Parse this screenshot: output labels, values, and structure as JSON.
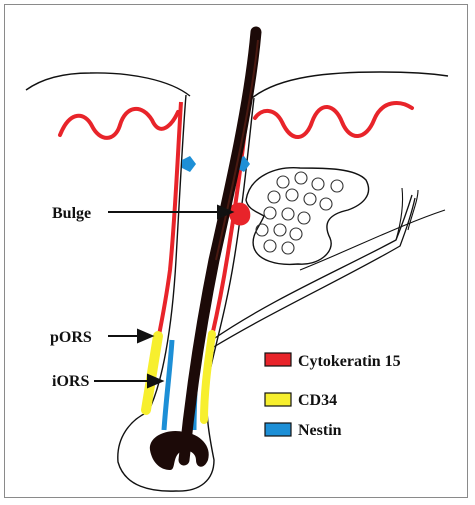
{
  "diagram": {
    "labels": {
      "bulge": "Bulge",
      "pors": "pORS",
      "iors": "iORS"
    },
    "legend": [
      {
        "label": "Cytokeratin 15",
        "color": "#e8242a"
      },
      {
        "label": "CD34",
        "color": "#f7ef2e"
      },
      {
        "label": "Nestin",
        "color": "#1d8fd6"
      }
    ],
    "colors": {
      "outline": "#111111",
      "hair_shaft": "#1c0a08",
      "cytokeratin": "#e8242a",
      "cd34": "#f7ef2e",
      "nestin": "#1d8fd6"
    }
  }
}
